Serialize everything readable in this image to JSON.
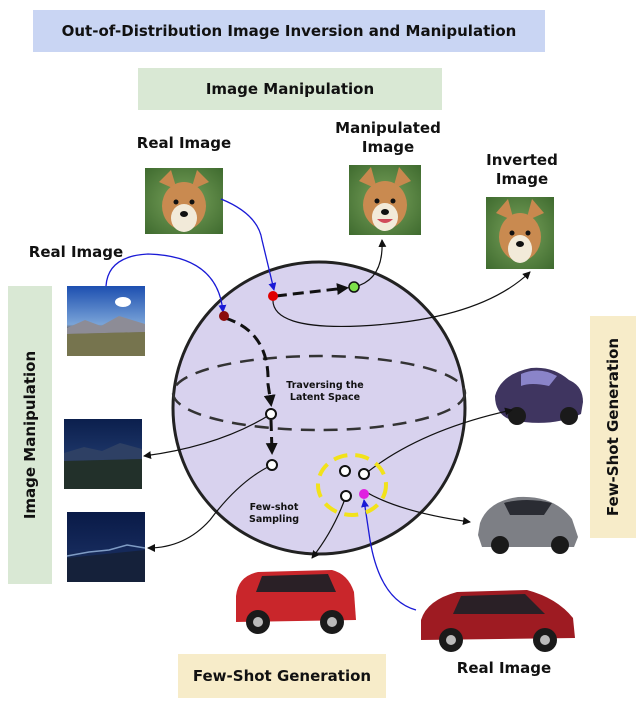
{
  "title": "Out-of-Distribution Image Inversion and Manipulation",
  "banners": {
    "manipulation_top": "Image Manipulation",
    "manipulation_left": "Image Manipulation",
    "fewshot_right": "Few-Shot Generation",
    "fewshot_bottom": "Few-Shot Generation"
  },
  "labels": {
    "real_image_dog": "Real Image",
    "manipulated_image_line1": "Manipulated",
    "manipulated_image_line2": "Image",
    "inverted_image_line1": "Inverted",
    "inverted_image_line2": "Image",
    "real_image_landscape": "Real Image",
    "real_image_car": "Real Image",
    "traversing_line1": "Traversing the",
    "traversing_line2": "Latent Space",
    "fewshot_line1": "Few-shot",
    "fewshot_line2": "Sampling"
  },
  "colors": {
    "title_banner": "#c9d5f3",
    "manipulation_banner": "#d9e8d4",
    "fewshot_banner": "#f7ecc9",
    "sphere": "#d8d2ee",
    "red_point": "#e00000",
    "dark_red_point": "#8b0d0d",
    "green_point": "#7de04a",
    "magenta_point": "#e020e0",
    "yellow_ring": "#f2e21a",
    "blue_arrow": "#1a1ad6"
  }
}
